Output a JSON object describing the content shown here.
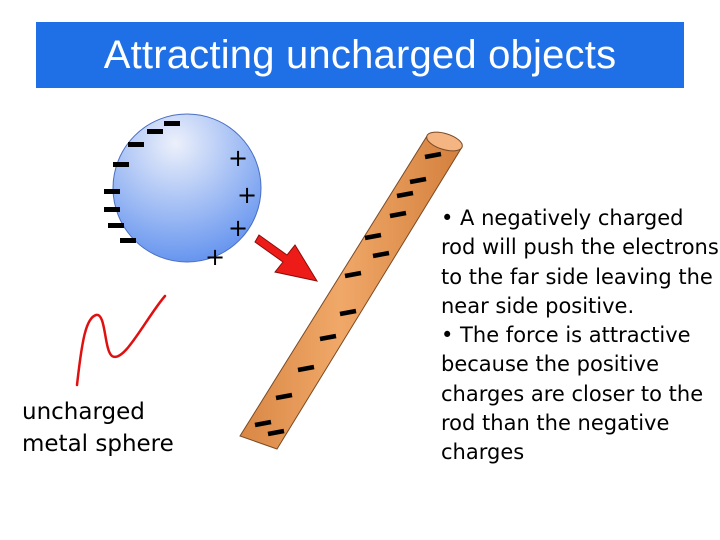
{
  "slide": {
    "title": "Attracting uncharged objects",
    "sphere_label": [
      "uncharged",
      "metal sphere"
    ],
    "bullets": [
      "• A negatively charged rod will push the electrons to the far side leaving the near side positive.",
      "• The force is attractive because the positive charges are closer to the rod than the negative charges"
    ]
  },
  "symbols": {
    "plus": "+"
  },
  "colors": {
    "title_bg": "#1f6fe6",
    "sphere_light": "#ecf0fb",
    "sphere_dark": "#5f90ee",
    "rod": "#e89a5b",
    "rod_outline": "#7a4a24",
    "arrow": "#ee1c18",
    "squiggle": "#e01010"
  }
}
